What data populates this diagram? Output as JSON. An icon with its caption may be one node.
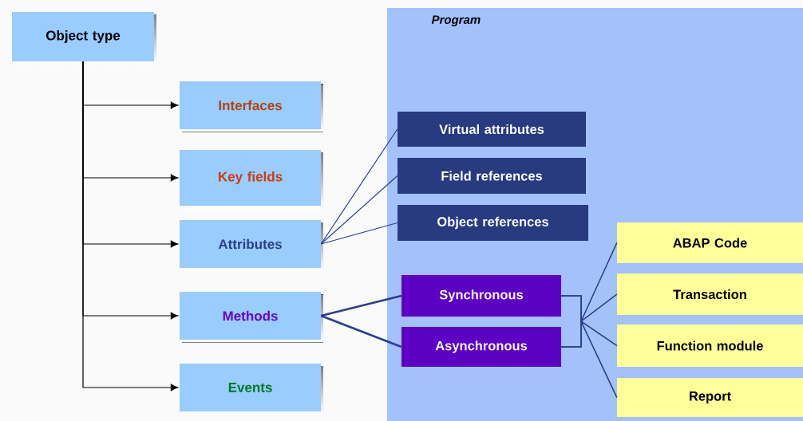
{
  "diagram": {
    "nodes": [
      {
        "text": [
          "Object type"
        ]
      },
      {
        "text": [
          "Interfaces"
        ]
      },
      {
        "text": [
          "Key fields"
        ]
      },
      {
        "text": [
          "Attributes"
        ]
      },
      {
        "text": [
          "Methods"
        ]
      },
      {
        "text": [
          "Events"
        ]
      },
      {
        "text": [
          "Program"
        ]
      },
      {
        "text": [
          "Virtual attributes"
        ],
        "in": 6
      },
      {
        "text": [
          "Field references"
        ],
        "in": 6
      },
      {
        "text": [
          "Object references"
        ],
        "in": 6
      },
      {
        "text": [
          "Synchronous"
        ],
        "in": 6
      },
      {
        "text": [
          "Asynchronous"
        ],
        "in": 6
      },
      {
        "text": [
          "ABAP Code"
        ],
        "in": 6
      },
      {
        "text": [
          "Transaction"
        ],
        "in": 6
      },
      {
        "text": [
          "Function module"
        ],
        "in": 6
      },
      {
        "text": [
          "Report"
        ],
        "in": 6
      }
    ],
    "edges": [
      {
        "from": 0,
        "to": 1,
        "arrow": "to",
        "color": "#000000"
      },
      {
        "from": 0,
        "to": 2,
        "arrow": "to",
        "color": "#000000"
      },
      {
        "from": 0,
        "to": 3,
        "arrow": "to",
        "color": "#000000"
      },
      {
        "from": 0,
        "to": 4,
        "arrow": "to",
        "color": "#000000"
      },
      {
        "from": 0,
        "to": 5,
        "arrow": "to",
        "color": "#000000"
      },
      {
        "from": 3,
        "to": 7,
        "arrow": "none"
      },
      {
        "from": 3,
        "to": 8,
        "arrow": "none"
      },
      {
        "from": 3,
        "to": 9,
        "arrow": "none"
      },
      {
        "from": 4,
        "to": 10,
        "arrow": "none",
        "style": "thick"
      },
      {
        "from": 4,
        "to": 11,
        "arrow": "none",
        "style": "thick"
      },
      {
        "from": 10,
        "to": 12,
        "arrow": "none"
      },
      {
        "from": 10,
        "to": 13,
        "arrow": "none"
      },
      {
        "from": 10,
        "to": 14,
        "arrow": "none"
      },
      {
        "from": 10,
        "to": 15,
        "arrow": "none"
      },
      {
        "from": 11,
        "to": 12,
        "arrow": "none"
      },
      {
        "from": 11,
        "to": 13,
        "arrow": "none"
      },
      {
        "from": 11,
        "to": 14,
        "arrow": "none"
      },
      {
        "from": 11,
        "to": 15,
        "arrow": "none"
      }
    ]
  }
}
